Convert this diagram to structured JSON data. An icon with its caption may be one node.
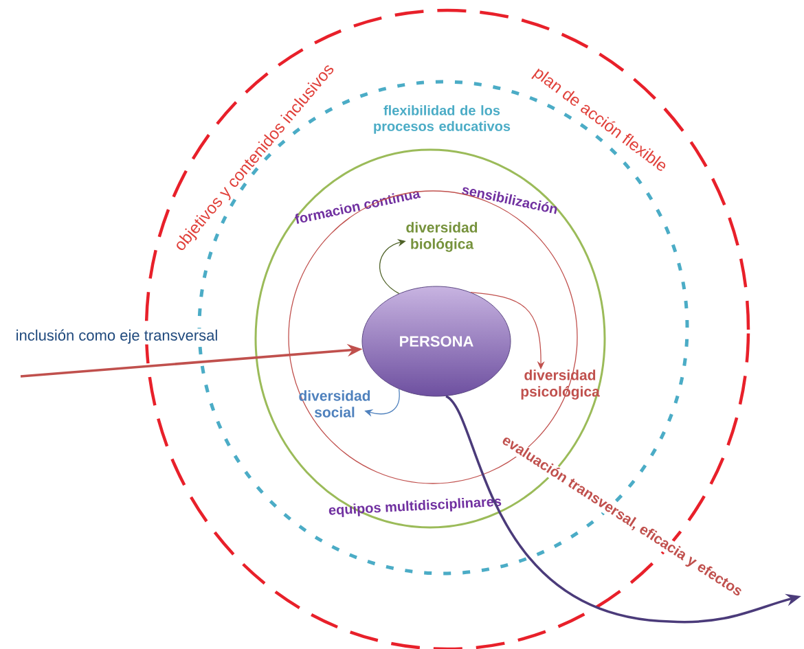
{
  "diagram": {
    "nodes": [
      {
        "text": [
          "objetivos y contenidos inclusivos",
          "plan de acción flexible"
        ]
      },
      {
        "text": [
          "flexibilidad de los procesos educativos"
        ],
        "in": 0
      },
      {
        "text": [
          "formacion continua",
          "sensibilización",
          "equipos multidisciplinares"
        ],
        "in": 1
      },
      {
        "text": [],
        "shape": "circle",
        "in": 2
      },
      {
        "text": [
          "PERSONA"
        ],
        "in": 3
      },
      {
        "text": [
          "diversidad biológica"
        ],
        "in": 3
      },
      {
        "text": [
          "diversidad psicológica"
        ],
        "in": 3
      },
      {
        "text": [
          "diversidad social"
        ],
        "in": 3
      }
    ],
    "edges": [
      {
        "from": null,
        "to": 4,
        "arrow": "to",
        "label": "inclusión como eje transversal",
        "style": "thick",
        "color": "#c0504d"
      },
      {
        "from": 4,
        "to": 5,
        "arrow": "to",
        "color": "#4f6228"
      },
      {
        "from": 4,
        "to": 6,
        "arrow": "to",
        "color": "#c0504d"
      },
      {
        "from": 4,
        "to": 7,
        "arrow": "to",
        "color": "#4f81bd"
      },
      {
        "from": 4,
        "to": null,
        "arrow": "to",
        "label": "evaluación transversal, eficacia y efectos",
        "style": "thick",
        "color": "#4b3b7a"
      }
    ]
  }
}
